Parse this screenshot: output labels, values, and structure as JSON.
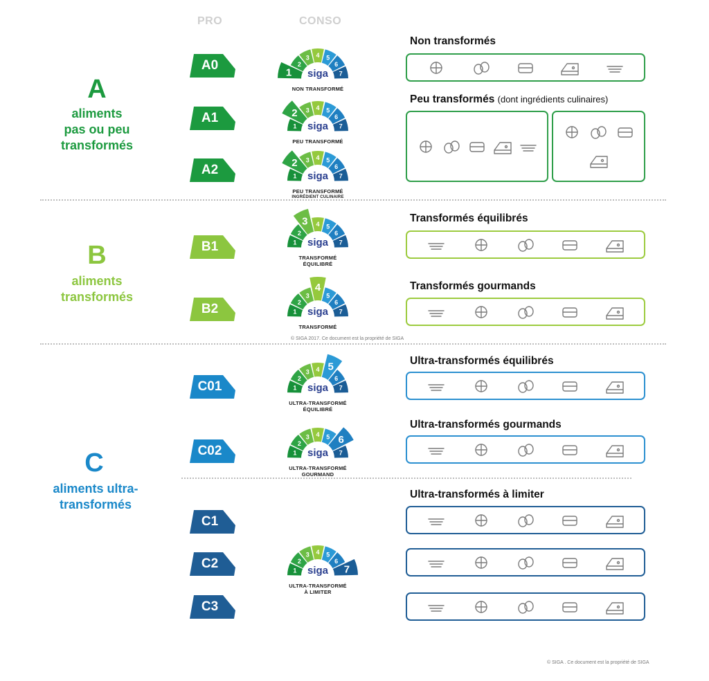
{
  "headers": {
    "pro": "PRO",
    "conso": "CONSO"
  },
  "colors": {
    "green_dark": "#1c9a3f",
    "green_light": "#8cc63f",
    "blue": "#1a88c9",
    "navy": "#1f5d95",
    "border_a": "#2e9e49",
    "border_b": "#9ccb3e",
    "border_c": "#2a8fd0",
    "border_c_dark": "#1f5d95"
  },
  "groups": {
    "a": {
      "letter": "A",
      "line1": "aliments",
      "line2": "pas ou peu",
      "line3": "transformés"
    },
    "b": {
      "letter": "B",
      "line1": "aliments",
      "line2": "transformés"
    },
    "c": {
      "letter": "C",
      "line1": "aliments ultra-",
      "line2": "transformés"
    }
  },
  "pro": [
    {
      "code": "A0",
      "color": "#1c9a3f"
    },
    {
      "code": "A1",
      "color": "#1c9a3f"
    },
    {
      "code": "A2",
      "color": "#1c9a3f"
    },
    {
      "code": "B1",
      "color": "#8cc63f"
    },
    {
      "code": "B2",
      "color": "#8cc63f"
    },
    {
      "code": "C01",
      "color": "#1a88c9"
    },
    {
      "code": "C02",
      "color": "#1a88c9"
    },
    {
      "code": "C1",
      "color": "#1f5d95"
    },
    {
      "code": "C2",
      "color": "#1f5d95"
    },
    {
      "code": "C3",
      "color": "#1f5d95"
    }
  ],
  "gauges": [
    {
      "highlight": 1,
      "brand": "siga",
      "cap1": "NON TRANSFORMÉ",
      "cap2": ""
    },
    {
      "highlight": 2,
      "brand": "siga",
      "cap1": "PEU TRANSFORMÉ",
      "cap2": ""
    },
    {
      "highlight": 2,
      "brand": "siga",
      "cap1": "PEU TRANSFORMÉ",
      "cap2": "INGRÉDIENT CULINAIRE"
    },
    {
      "highlight": 3,
      "brand": "siga",
      "cap1": "TRANSFORMÉ",
      "cap2": "ÉQUILIBRÉ"
    },
    {
      "highlight": 4,
      "brand": "siga",
      "cap1": "TRANSFORMÉ",
      "cap2": ""
    },
    {
      "highlight": 5,
      "brand": "siga",
      "cap1": "ULTRA-TRANSFORMÉ",
      "cap2": "ÉQUILIBRÉ"
    },
    {
      "highlight": 6,
      "brand": "siga",
      "cap1": "ULTRA-TRANSFORMÉ",
      "cap2": "GOURMAND"
    },
    {
      "highlight": 7,
      "brand": "siga",
      "cap1": "ULTRA-TRANSFORMÉ",
      "cap2": "À LIMITER"
    }
  ],
  "categories": {
    "non_transformes": {
      "title": "Non transformés",
      "icons": [
        "lemon-icon",
        "fish-icon",
        "wheat-icon",
        "potatoes-icon",
        "honey-jar-icon"
      ]
    },
    "peu_transformes": {
      "title": "Peu transformés",
      "subtitle": "(dont ingrédients culinaires)",
      "icons_left": [
        "cereal-bowl-icon",
        "pot-icon",
        "juicer-icon",
        "grill-icon",
        "flour-sack-icon"
      ],
      "icons_right": [
        "sugar-cubes-icon",
        "butter-icon",
        "salt-shaker-icon",
        "oil-bottle-icon"
      ]
    },
    "transformes_equilibres": {
      "title": "Transformés équilibrés",
      "icons": [
        "salad-bowl-icon",
        "canned-food-icon",
        "baguette-icon",
        "vegetables-icon",
        "cheese-icon"
      ]
    },
    "transformes_gourmands": {
      "title": "Transformés gourmands",
      "icons": [
        "jam-jar-icon",
        "fish-soup-icon",
        "pancakes-icon",
        "meal-bowl-icon",
        "cheese-wedge-icon"
      ]
    },
    "ultra_equilibres": {
      "title": "Ultra-transformés équilibrés",
      "icons": [
        "sauce-jar-icon",
        "tin-can-icon",
        "chocolate-bar-icon",
        "milk-carton-icon",
        "egg-box-icon"
      ]
    },
    "ultra_gourmands": {
      "title": "Ultra-transformés gourmands",
      "icons": [
        "juice-box-icon",
        "shrimp-icon",
        "pizza-slice-icon",
        "cookies-icon",
        "yogurt-bottle-icon"
      ]
    },
    "ultra_limiter": {
      "title": "Ultra-transformés à limiter",
      "rows": [
        [
          "soda-can-icon",
          "cereal-bar-icon",
          "crackers-icon",
          "peanuts-icon",
          "jelly-dessert-icon"
        ],
        [
          "candy-icon",
          "milkshake-icon",
          "bread-loaf-icon",
          "fries-icon",
          "ice-cream-cup-icon"
        ],
        [
          "ice-cream-cone-icon",
          "microwave-meal-icon",
          "cereal-box-icon",
          "chips-bag-icon",
          "ready-meal-icon"
        ]
      ]
    }
  },
  "footer": {
    "center": "© SIGA 2017. Ce document est la propriété de SIGA",
    "bottom": "© SIGA . Ce document est la propriété de SIGA"
  }
}
